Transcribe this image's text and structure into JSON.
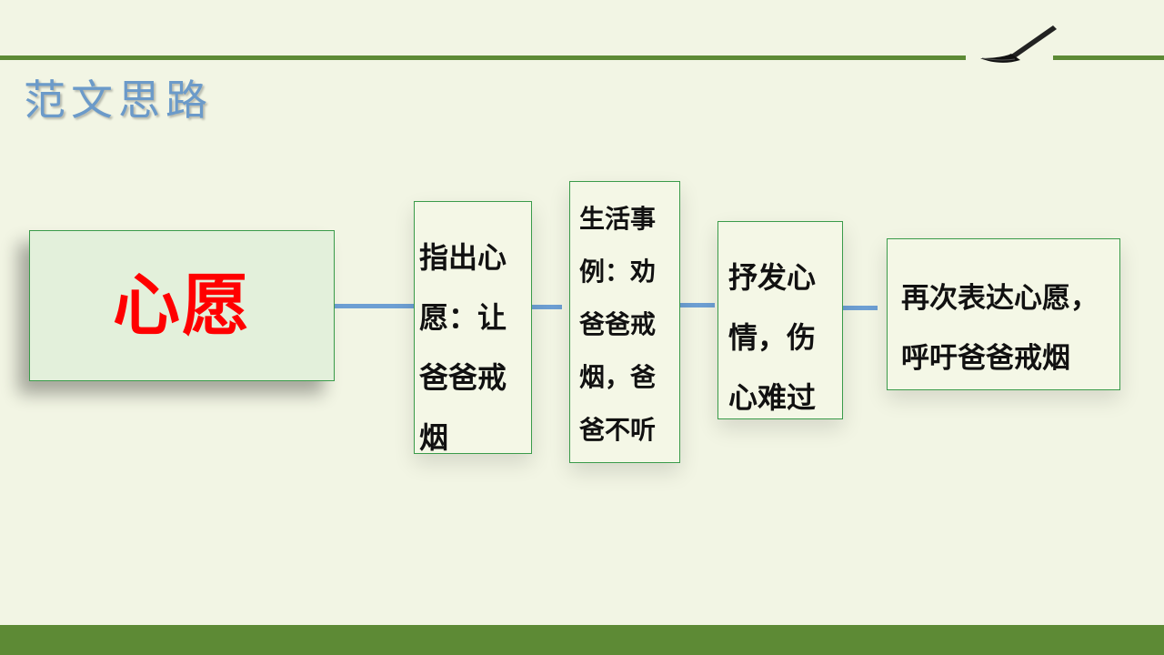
{
  "slide": {
    "title": "范文思路",
    "colors": {
      "accent_green": "#5d8a35",
      "title_blue": "#6b9ac9",
      "connector_blue": "#6d9fd3",
      "box_border": "#3a9b4a",
      "main_text_red": "#ff0000",
      "background": "#f2f5e4"
    },
    "decoration_icon": "ink-brush-icon"
  },
  "flow": {
    "main": "心愿",
    "steps": [
      "指出心愿：让爸爸戒烟",
      "生活事例：劝爸爸戒烟，爸爸不听",
      "抒发心情，伤心难过",
      "再次表达心愿，呼吁爸爸戒烟"
    ]
  }
}
